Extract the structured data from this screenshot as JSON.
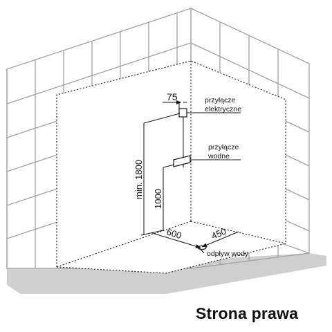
{
  "labels": {
    "electrical_line1": "przyłącze",
    "electrical_line2": "elektryczne",
    "water_line1": "przyłącze",
    "water_line2": "wodne",
    "drain": "odpływ wody"
  },
  "dimensions": {
    "electrical_offset": "75",
    "height_min": "min. 1800",
    "height_water": "1000",
    "depth_left": "600",
    "depth_right": "450"
  },
  "caption": "Strona prawa",
  "colors": {
    "tile_line": "#a0a0a0",
    "floor": "#cfcfcf",
    "ink": "#111111"
  }
}
